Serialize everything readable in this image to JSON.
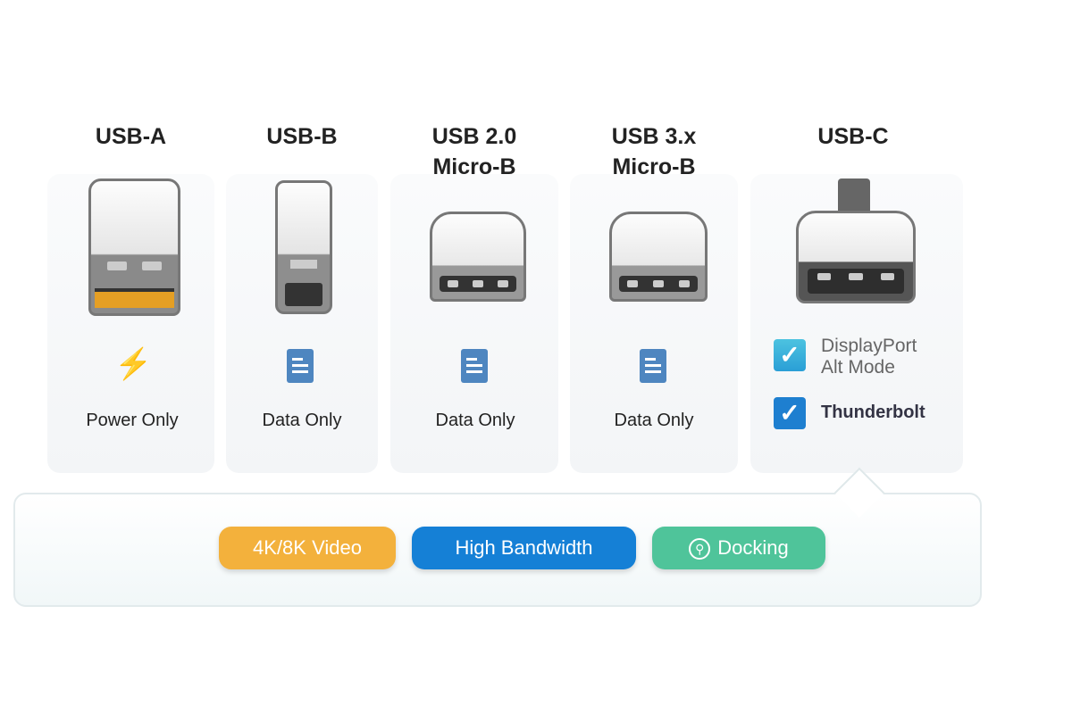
{
  "columns": [
    {
      "title": "USB-A",
      "label": "Power Only",
      "icon": "lightning-icon"
    },
    {
      "title": "USB-B",
      "label": "Data Only",
      "icon": "document-icon"
    },
    {
      "title": "USB 2.0 Micro-B",
      "title_line1": "USB 2.0",
      "title_line2": "Micro-B",
      "label": "Data Only",
      "icon": "document-icon"
    },
    {
      "title": "USB 3.x Micro-B",
      "title_line1": "USB 3.x",
      "title_line2": "Micro-B",
      "label": "Data Only",
      "icon": "document-icon"
    },
    {
      "title": "USB-C",
      "features": [
        "DisplayPort Alt Mode",
        "Thunderbolt"
      ],
      "feature1_line1": "DisplayPort",
      "feature1_line2": "Alt Mode"
    }
  ],
  "pills": [
    {
      "label": "4K/8K Video",
      "color": "#f3b13c"
    },
    {
      "label": "High Bandwidth",
      "color": "#1580d6"
    },
    {
      "label": "Docking",
      "color": "#4fc49a"
    }
  ]
}
